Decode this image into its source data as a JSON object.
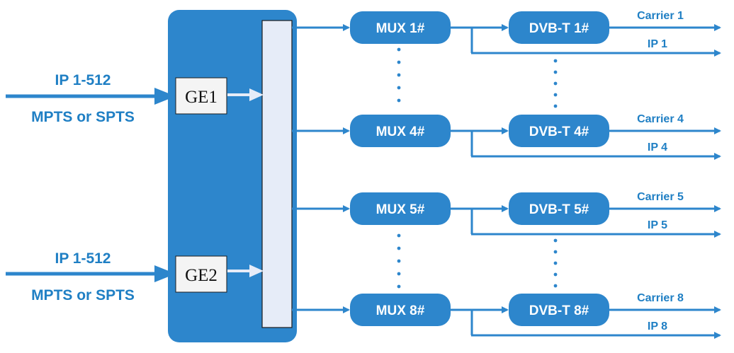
{
  "inputs": [
    {
      "ip": "IP 1-512",
      "type": "MPTS or SPTS",
      "port": "GE1"
    },
    {
      "ip": "IP 1-512",
      "type": "MPTS or SPTS",
      "port": "GE2"
    }
  ],
  "channels": [
    {
      "mux": "MUX 1#",
      "dvbt": "DVB-T 1#",
      "carrier": "Carrier 1",
      "ip": "IP 1"
    },
    {
      "mux": "MUX 4#",
      "dvbt": "DVB-T 4#",
      "carrier": "Carrier 4",
      "ip": "IP 4"
    },
    {
      "mux": "MUX 5#",
      "dvbt": "DVB-T 5#",
      "carrier": "Carrier 5",
      "ip": "IP 5"
    },
    {
      "mux": "MUX 8#",
      "dvbt": "DVB-T 8#",
      "carrier": "Carrier 8",
      "ip": "IP 8"
    }
  ],
  "colors": {
    "accent": "#2d86cc",
    "label": "#1f7fc4",
    "bus": "#e6ecf8",
    "port_fill": "#f4f4f4"
  }
}
